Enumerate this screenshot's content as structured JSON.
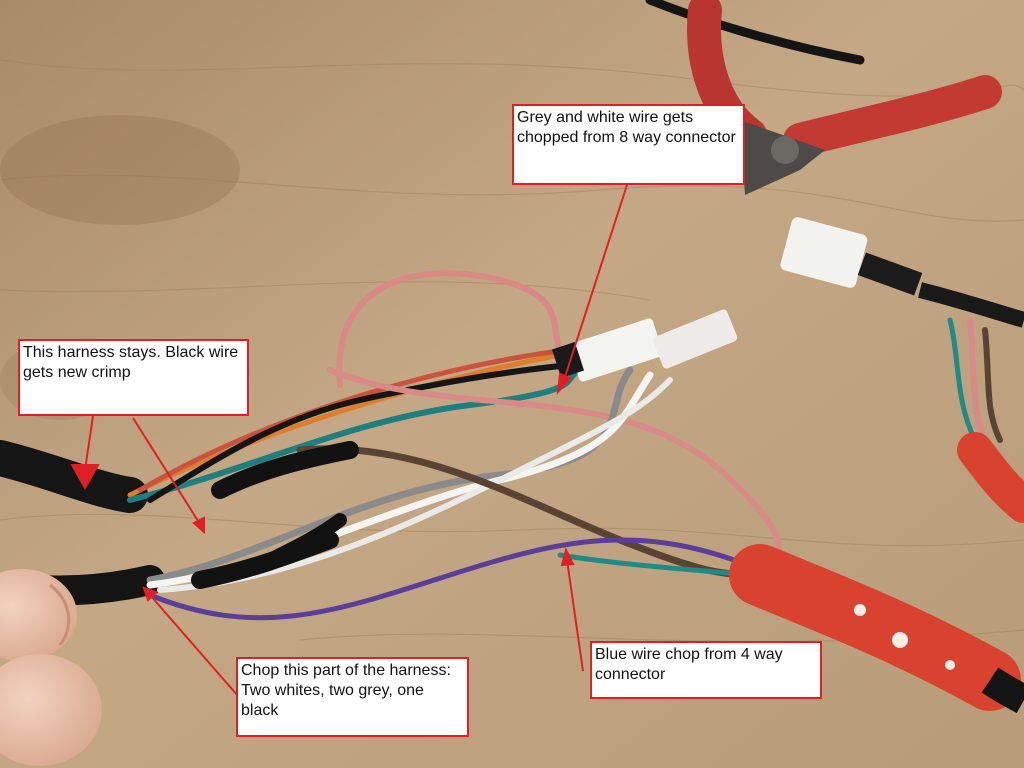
{
  "annotations": {
    "grey_white": "Grey and white wire gets chopped from 8 way connector",
    "harness_stays": "This harness stays. Black wire gets new crimp",
    "chop_part": " Chop this part of the harness: Two whites, two grey, one black",
    "blue_wire": "Blue wire chop from 4 way connector"
  },
  "colors": {
    "callout_border": "#e01f25",
    "arrow": "#e01f25",
    "wood": "#b89a78",
    "pliers_handle": "#c23a32",
    "connector_tape": "#d8422e"
  }
}
